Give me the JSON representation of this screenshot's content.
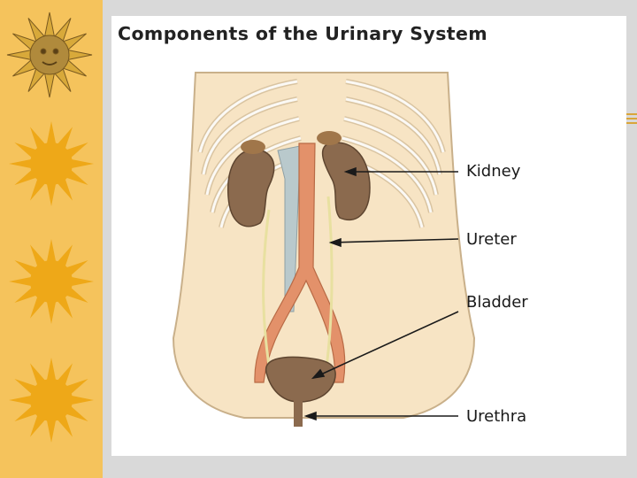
{
  "slide": {
    "title": "Components of the Urinary System"
  },
  "labels": {
    "kidney": "Kidney",
    "ureter": "Ureter",
    "bladder": "Bladder",
    "urethra": "Urethra"
  },
  "colors": {
    "sidebar": "#f5c35c",
    "sun": "#f0b020",
    "skin": "#f7e4c4",
    "kidney": "#8b6a4e",
    "artery": "#e3916a",
    "vein": "#b9c9cc",
    "nerve": "#e8e0a0"
  }
}
